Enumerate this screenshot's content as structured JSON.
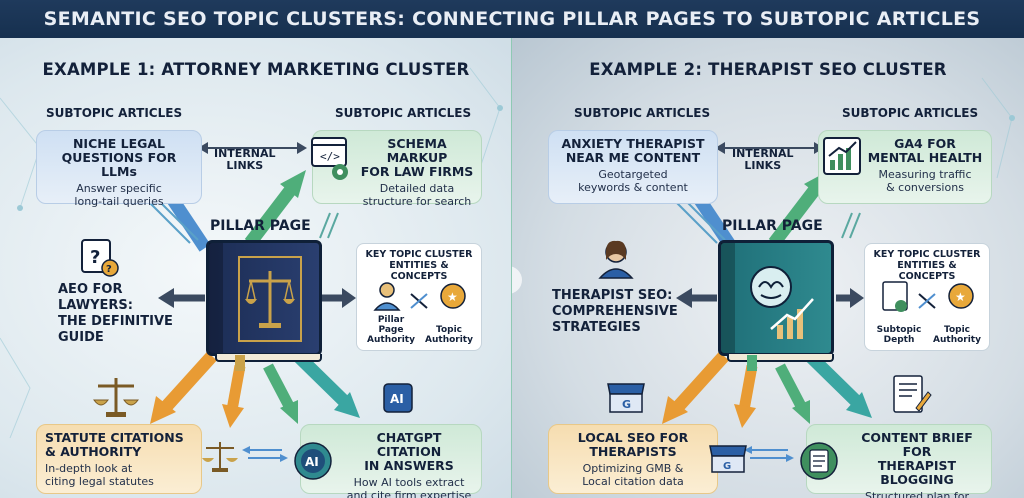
{
  "title": "SEMANTIC SEO TOPIC CLUSTERS: CONNECTING PILLAR PAGES TO SUBTOPIC ARTICLES",
  "left": {
    "heading": "EXAMPLE 1: ATTORNEY MARKETING CLUSTER",
    "subtopic_label_left": "SUBTOPIC ARTICLES",
    "subtopic_label_right": "SUBTOPIC ARTICLES",
    "internal_links": "INTERNAL\nLINKS",
    "pillar_label": "PILLAR PAGE",
    "pillar_text": "AEO FOR\nLAWYERS:\nTHE DEFINITIVE\nGUIDE",
    "cards": {
      "top_left": {
        "title": "NICHE LEGAL\nQUESTIONS FOR LLMs",
        "desc": "Answer specific\nlong-tail queries"
      },
      "top_right": {
        "title": "SCHEMA MARKUP\nFOR LAW FIRMS",
        "desc": "Detailed data\nstructure for search"
      },
      "bottom_left": {
        "title": "STATUTE CITATIONS\n& AUTHORITY",
        "desc": "In-depth look at\nciting legal statutes"
      },
      "bottom_right": {
        "title": "CHATGPT CITATION\nIN ANSWERS",
        "desc": "How AI tools extract\nand cite firm expertise"
      }
    },
    "concepts": {
      "title": "KEY TOPIC CLUSTER\nENTITIES & CONCEPTS",
      "left": "Pillar Page\nAuthority",
      "right": "Topic\nAuthority"
    }
  },
  "right": {
    "heading": "EXAMPLE 2: THERAPIST SEO CLUSTER",
    "subtopic_label_left": "SUBTOPIC ARTICLES",
    "subtopic_label_right": "SUBTOPIC ARTICLES",
    "internal_links": "INTERNAL\nLINKS",
    "pillar_label": "PILLAR PAGE",
    "pillar_text": "THERAPIST SEO:\nCOMPREHENSIVE\nSTRATEGIES",
    "cards": {
      "top_left": {
        "title": "ANXIETY THERAPIST\nNEAR ME CONTENT",
        "desc": "Geotargeted\nkeywords & content"
      },
      "top_right": {
        "title": "GA4 FOR\nMENTAL HEALTH",
        "desc": "Measuring traffic\n& conversions"
      },
      "bottom_left": {
        "title": "LOCAL SEO FOR\nTHERAPISTS",
        "desc": "Optimizing GMB &\nLocal citation data"
      },
      "bottom_right": {
        "title": "CONTENT BRIEF FOR\nTHERAPIST BLOGGING",
        "desc": "Structured plan for\nauthority content"
      }
    },
    "concepts": {
      "title": "KEY TOPIC CLUSTER\nENTITIES & CONCEPTS",
      "left": "Subtopic\nDepth",
      "right": "Topic\nAuthority"
    }
  },
  "icon_text": {
    "ai": "AI",
    "google": "G"
  },
  "colors": {
    "title_bg": "#1f3a5c",
    "blue_card": "#cfe0f3",
    "green_card": "#cfe9d7",
    "orange_card": "#f6ddb0",
    "navy_book": "#1c2d55",
    "teal_book": "#1f6f78",
    "arrow_blue": "#4f8fcf",
    "arrow_green": "#4fae7a",
    "arrow_orange": "#e89b34",
    "arrow_teal": "#3aa6a2",
    "arrow_dark": "#3b4a60"
  }
}
